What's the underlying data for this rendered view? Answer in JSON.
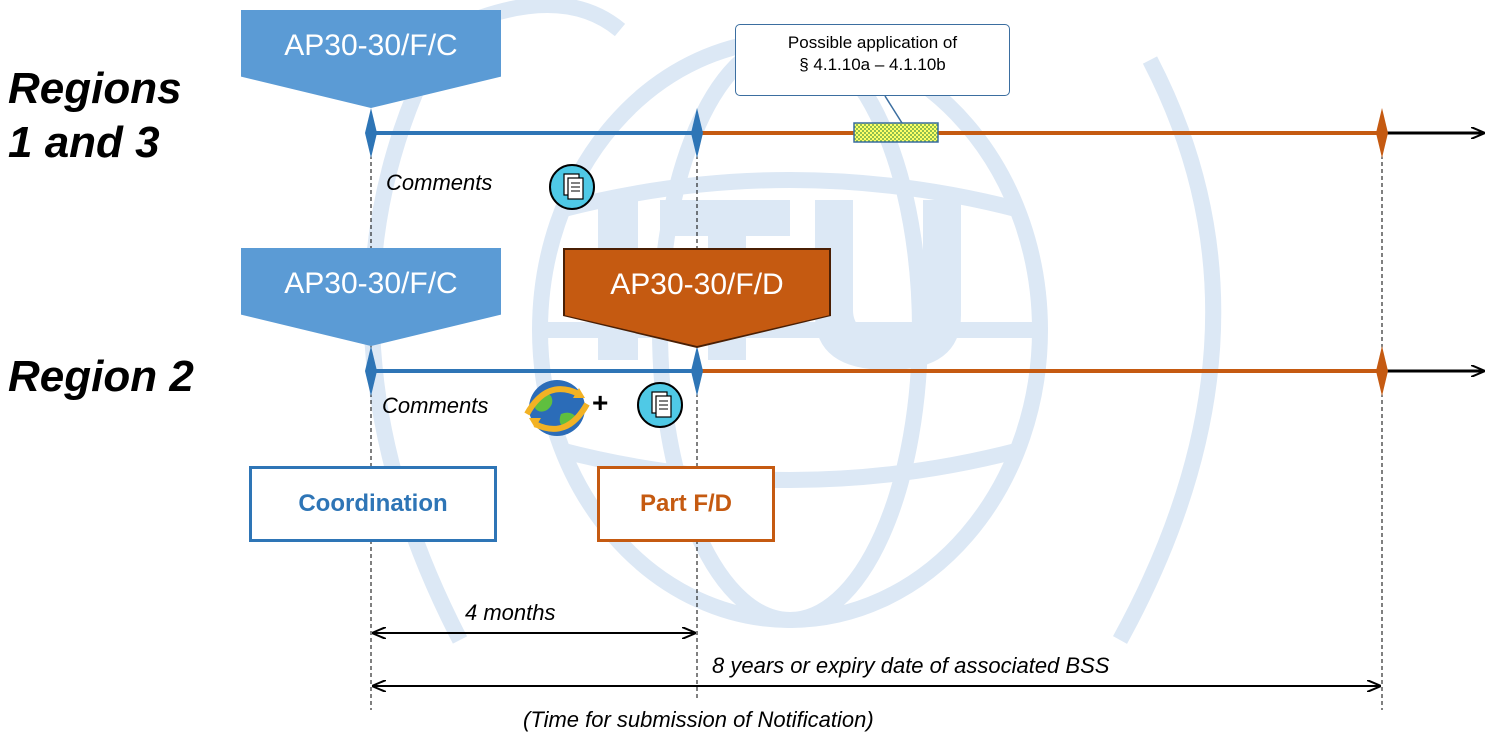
{
  "regions": {
    "r13": {
      "label_line1": "Regions",
      "label_line2": "1 and 3"
    },
    "r2": {
      "label": "Region 2"
    }
  },
  "publications": {
    "r13_coordination": "AP30-30/F/C",
    "r2_coordination": "AP30-30/F/C",
    "r2_part_fd": "AP30-30/F/D"
  },
  "callout": {
    "line1": "Possible application of",
    "line2": "§ 4.1.10a – 4.1.10b"
  },
  "comments": {
    "r13": "Comments",
    "r2": "Comments",
    "plus": "+"
  },
  "phases": {
    "coordination": "Coordination",
    "part_fd": "Part F/D"
  },
  "durations": {
    "four_months": "4 months",
    "eight_years": "8 years or expiry date of associated BSS",
    "notification_note": "(Time for submission of Notification)"
  },
  "icons": {
    "document": "document-stack-icon",
    "globe": "globe-exchange-icon"
  },
  "colors": {
    "blue_line": "#2e75b6",
    "blue_fill": "#5b9bd5",
    "orange": "#c55a11",
    "watermark": "#dce8f5"
  }
}
